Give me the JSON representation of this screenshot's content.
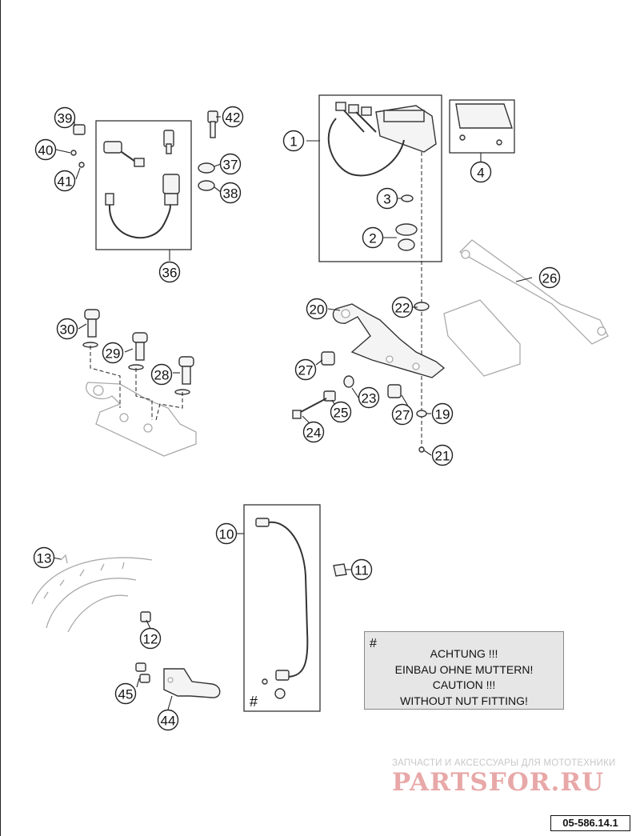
{
  "callouts": [
    {
      "id": "c1",
      "label": "1"
    },
    {
      "id": "c2",
      "label": "2"
    },
    {
      "id": "c3",
      "label": "3"
    },
    {
      "id": "c4",
      "label": "4"
    },
    {
      "id": "c10",
      "label": "10"
    },
    {
      "id": "c11",
      "label": "11"
    },
    {
      "id": "c12",
      "label": "12"
    },
    {
      "id": "c13",
      "label": "13"
    },
    {
      "id": "c19",
      "label": "19"
    },
    {
      "id": "c20",
      "label": "20"
    },
    {
      "id": "c21",
      "label": "21"
    },
    {
      "id": "c22",
      "label": "22"
    },
    {
      "id": "c23",
      "label": "23"
    },
    {
      "id": "c24",
      "label": "24"
    },
    {
      "id": "c25",
      "label": "25"
    },
    {
      "id": "c26",
      "label": "26"
    },
    {
      "id": "c27a",
      "label": "27"
    },
    {
      "id": "c27b",
      "label": "27"
    },
    {
      "id": "c28",
      "label": "28"
    },
    {
      "id": "c29",
      "label": "29"
    },
    {
      "id": "c30",
      "label": "30"
    },
    {
      "id": "c36",
      "label": "36"
    },
    {
      "id": "c37",
      "label": "37"
    },
    {
      "id": "c38",
      "label": "38"
    },
    {
      "id": "c39",
      "label": "39"
    },
    {
      "id": "c40",
      "label": "40"
    },
    {
      "id": "c41",
      "label": "41"
    },
    {
      "id": "c42",
      "label": "42"
    },
    {
      "id": "c44",
      "label": "44"
    },
    {
      "id": "c45",
      "label": "45"
    }
  ],
  "hash_mark": "#",
  "note": {
    "symbol": "#",
    "lines": [
      "ACHTUNG !!!",
      "EINBAU OHNE MUTTERN!",
      "CAUTION !!!",
      "WITHOUT NUT FITTING!"
    ]
  },
  "watermark": {
    "subtitle": "ЗАПЧАСТИ И АКСЕССУАРЫ ДЛЯ МОТОТЕХНИКИ",
    "logo": "PARTSFOR.RU"
  },
  "diagram_code": "05-586.14.1",
  "colors": {
    "line": "#222222",
    "note_bg": "#e6e6e6",
    "watermark": "#e8a8a8"
  }
}
